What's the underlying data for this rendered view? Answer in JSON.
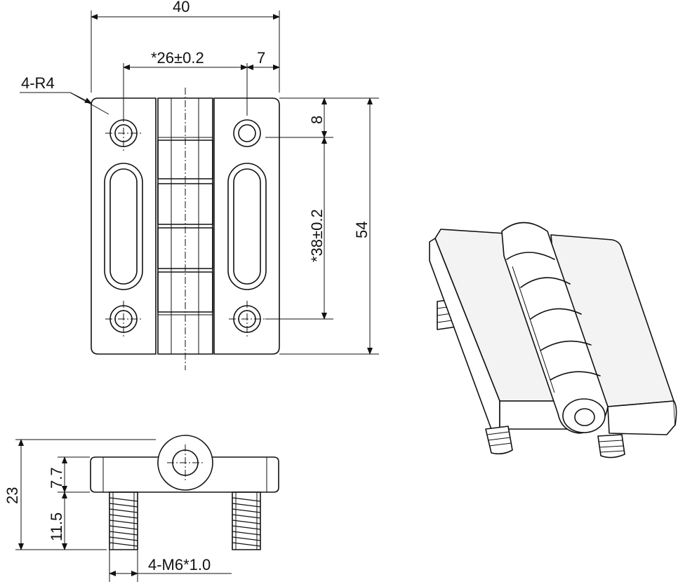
{
  "labels": {
    "overall_width": "40",
    "hole_spacing_x": "*26±0.2",
    "edge_offset_x": "7",
    "corner_radius": "4-R4",
    "edge_offset_y": "8",
    "hole_spacing_y": "*38±0.2",
    "overall_height": "54",
    "side_height": "23",
    "leaf_thickness": "7.7",
    "stud_length": "11.5",
    "thread_spec": "4-M6*1.0"
  }
}
